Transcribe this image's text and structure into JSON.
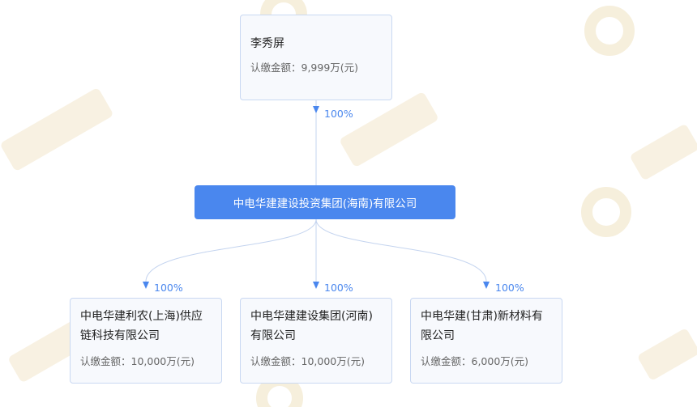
{
  "shareholder": {
    "name": "李秀屏",
    "amount": "认缴金额：9,999万(元)",
    "percent": "100%"
  },
  "center": {
    "name": "中电华建建设投资集团(海南)有限公司"
  },
  "children": [
    {
      "name": "中电华建利农(上海)供应链科技有限公司",
      "amount": "认缴金额：10,000万(元)",
      "percent": "100%"
    },
    {
      "name": "中电华建建设集团(河南)有限公司",
      "amount": "认缴金额：10,000万(元)",
      "percent": "100%"
    },
    {
      "name": "中电华建(甘肃)新材料有限公司",
      "amount": "认缴金额：6,000万(元)",
      "percent": "100%"
    }
  ],
  "colors": {
    "accent": "#4a87ee",
    "box_bg": "#f7f9fd",
    "box_border": "#c9d8f2",
    "watermark": "#f5ecd6"
  },
  "watermark_icon": "magnifier-logo-icon"
}
